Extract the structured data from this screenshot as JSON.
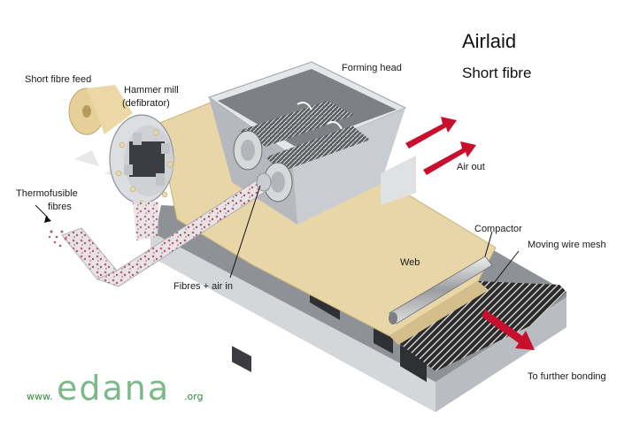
{
  "title": "Airlaid",
  "subtitle": "Short fibre",
  "labels": {
    "short_fibre_feed": "Short fibre feed",
    "hammer_mill_line1": "Hammer mill",
    "hammer_mill_line2": "(defibrator)",
    "forming_head": "Forming head",
    "air_out": "Air out",
    "thermofusible_line1": "Thermofusible",
    "thermofusible_line2": "fibres",
    "compactor": "Compactor",
    "moving_wire_mesh": "Moving wire mesh",
    "web": "Web",
    "fibres_air_in": "Fibres + air in",
    "further_bonding": "To further bonding"
  },
  "logo": {
    "prefix": "www.",
    "name": "edana",
    "suffix": ".org"
  },
  "colors": {
    "web": "#e9d6a8",
    "machine": "#cfd2d6",
    "arrow": "#c8102e",
    "logo": "#2f8a3f"
  }
}
